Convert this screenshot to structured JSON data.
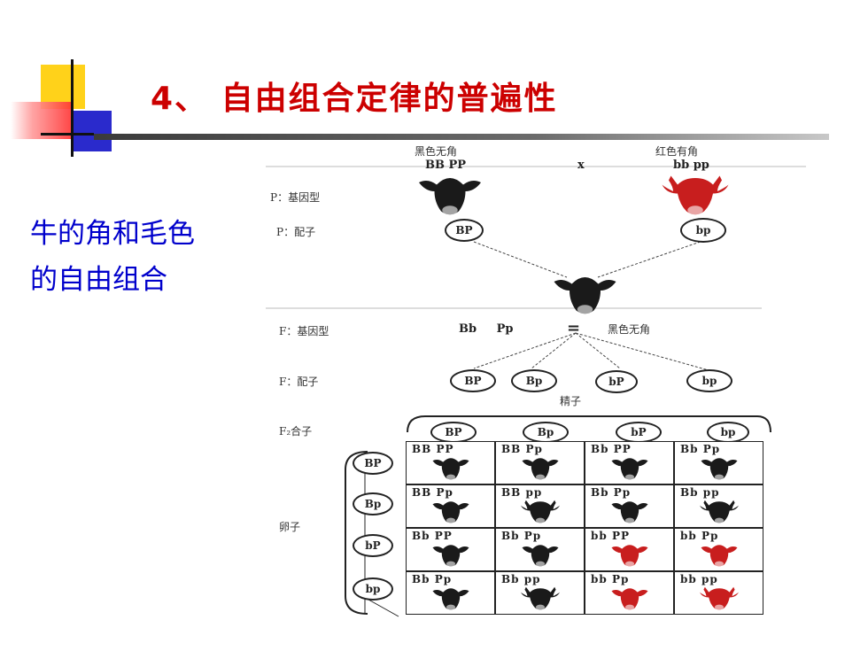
{
  "slide": {
    "title": "4、 自由组合定律的普遍性",
    "subtitle_line1": "牛的角和毛色",
    "subtitle_line2": "的自由组合"
  },
  "figure": {
    "parent1_label": "黑色无角",
    "parent1_genotype": "BB PP",
    "cross_symbol": "x",
    "parent2_label": "红色有角",
    "parent2_genotype": "bb pp",
    "p_genotype_label": "P：基因型",
    "p_gamete_label": "P：配子",
    "p_gametes": [
      "BP",
      "bp"
    ],
    "f1_genotype_label": "F：基因型",
    "f1_genotype": "Bb Pp",
    "f1_equals": "=",
    "f1_phenotype": "黑色无角",
    "f1_gamete_label": "F：配子",
    "f1_gametes": [
      "BP",
      "Bp",
      "bP",
      "bp"
    ],
    "sperm_label": "精子",
    "f2_zygote_label": "F₂合子",
    "egg_label": "卵子",
    "sperm_gametes": [
      "BP",
      "Bp",
      "bP",
      "bp"
    ],
    "egg_gametes": [
      "BP",
      "Bp",
      "bP",
      "bp"
    ],
    "grid": [
      [
        "BB PP",
        "BB Pp",
        "Bb PP",
        "Bb Pp"
      ],
      [
        "BB Pp",
        "BB pp",
        "Bb Pp",
        "Bb pp"
      ],
      [
        "Bb PP",
        "Bb Pp",
        "bb PP",
        "bb Pp"
      ],
      [
        "Bb Pp",
        "Bb pp",
        "bb Pp",
        "bb pp"
      ]
    ],
    "grid_colors": [
      [
        "black",
        "black",
        "black",
        "black"
      ],
      [
        "black",
        "black",
        "black",
        "black"
      ],
      [
        "black",
        "black",
        "red",
        "red"
      ],
      [
        "black",
        "black",
        "red",
        "red"
      ]
    ]
  },
  "colors": {
    "title": "#cc0000",
    "subtitle": "#0000cc",
    "cow_black": "#1a1a1a",
    "cow_red": "#c81e1e"
  }
}
